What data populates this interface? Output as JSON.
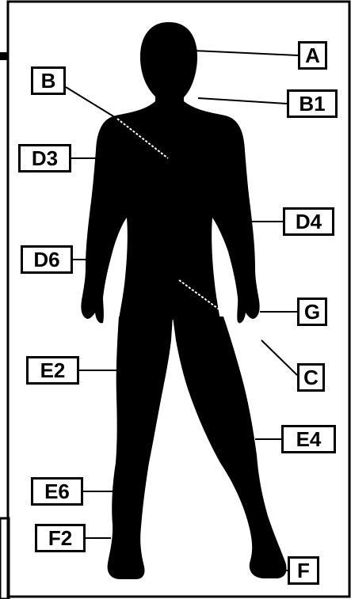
{
  "labels": {
    "A": "A",
    "B": "B",
    "B1": "B1",
    "C": "C",
    "D3": "D3",
    "D4": "D4",
    "D6": "D6",
    "E2": "E2",
    "E4": "E4",
    "E6": "E6",
    "F": "F",
    "F2": "F2",
    "G": "G"
  },
  "colors": {
    "silhouette": "#000000",
    "background": "#ffffff",
    "leader_dashed": "#ffffff"
  }
}
